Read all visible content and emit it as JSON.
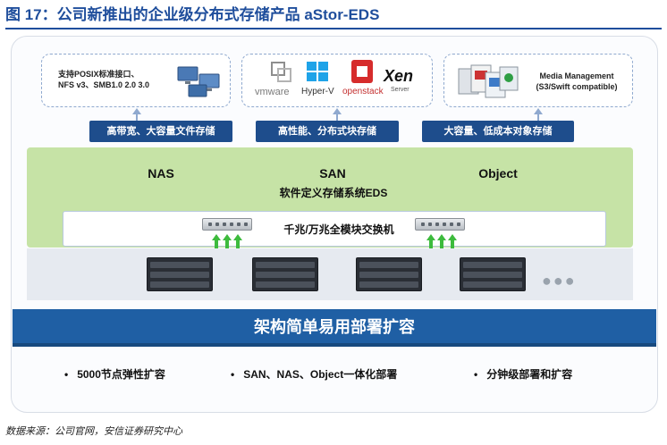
{
  "title": "图 17：公司新推出的企业级分布式存储产品 aStor-EDS",
  "clients": {
    "nas_box": {
      "line1": "支持POSIX标准接口、",
      "line2": "NFS v3、SMB1.0 2.0 3.0"
    },
    "san_box": {
      "vmware": "vmware",
      "hyperv": "Hyper-V",
      "openstack": "openstack",
      "xen": "Xen",
      "xen_sub": "Server"
    },
    "object_box": {
      "line1": "Media Management",
      "line2": "(S3/Swift compatible)"
    }
  },
  "pills": [
    {
      "label": "高带宽、大容量文件存储"
    },
    {
      "label": "高性能、分布式块存储"
    },
    {
      "label": "大容量、低成本对象存储"
    }
  ],
  "protocols": [
    "NAS",
    "SAN",
    "Object"
  ],
  "eds_label": "软件定义存储系统EDS",
  "switch_label": "千兆/万兆全模块交换机",
  "scale_title": "架构简单易用部署扩容",
  "features": [
    "5000节点弹性扩容",
    "SAN、NAS、Object一体化部署",
    "分钟级部署和扩容"
  ],
  "source": "数据来源：公司官网，安信证券研究中心",
  "colors": {
    "title_blue": "#1f4e9c",
    "pill_blue": "#1e4d8c",
    "band_green": "#c6e3a6",
    "scale_blue": "#1f5fa4",
    "arrow_green": "#3dbb3d"
  }
}
